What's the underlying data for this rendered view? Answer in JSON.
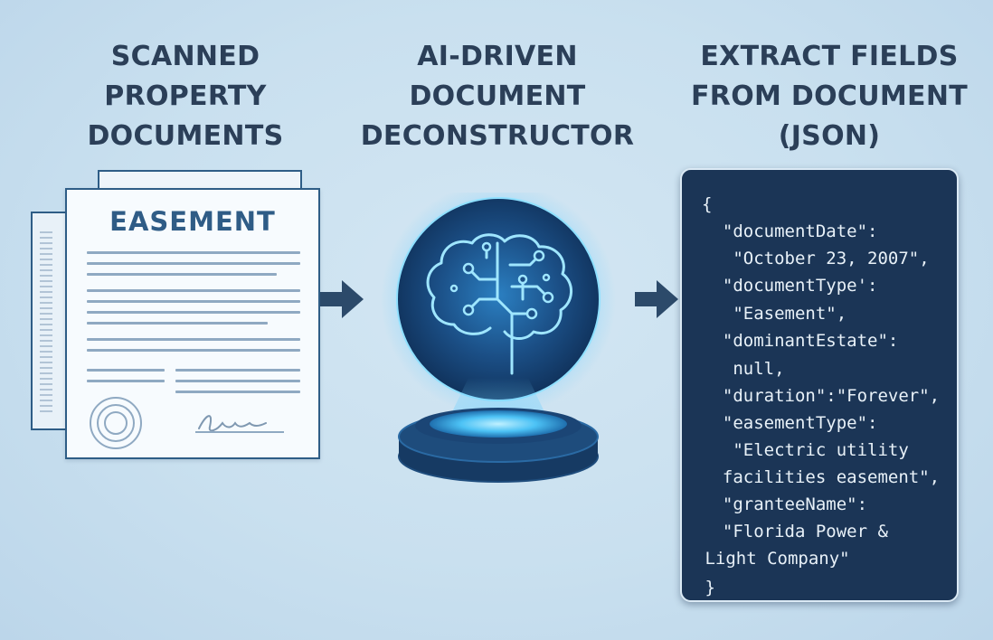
{
  "titles": {
    "left": [
      "SCANNED",
      "PROPERTY",
      "DOCUMENTS"
    ],
    "middle": [
      "AI-DRIVEN",
      "DOCUMENT",
      "DECONSTRUCTOR"
    ],
    "right": [
      "EXTRACT FIELDS",
      "FROM DOCUMENT",
      "(JSON)"
    ]
  },
  "document": {
    "heading": "EASEMENT"
  },
  "icons": {
    "document": "document-icon",
    "seal": "seal-icon",
    "signature": "signature-icon",
    "arrow": "arrow-right-icon",
    "brain": "brain-circuit-icon",
    "pedestal": "pedestal-icon"
  },
  "json_lines": [
    "{",
    "  \"documentDate\":",
    "   \"October 23, 2007\",",
    "  \"documentType':",
    "   \"Easement\",",
    "  \"dominantEstate\":",
    "   null,",
    "  \"duration\":\"Forever\",",
    "  \"easementType\":",
    "   \"Electric utility",
    "  facilities easement\",",
    "  \"granteeName\":",
    "  \"Florida Power &",
    " Light Company\"",
    " }"
  ],
  "colors": {
    "background": "#c9e0ef",
    "title": "#2b3f58",
    "panel": "#1b3556",
    "accent": "#2f5c86",
    "glow": "#6fd0ff"
  }
}
